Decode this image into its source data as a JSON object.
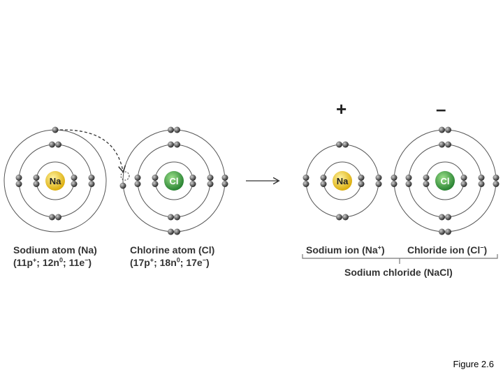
{
  "colors": {
    "sodium_nucleus": "#e9c21a",
    "chlorine_nucleus": "#2f9a3d",
    "shell": "#555555",
    "electron": "#3a3a3a",
    "bracket": "#666666"
  },
  "atoms": {
    "sodium": {
      "symbol": "Na",
      "name": "Sodium atom (Na)",
      "counts": {
        "p": "11p",
        "p_sup": "+",
        "n": "12n",
        "n_sup": "0",
        "e": "11e",
        "e_sup": "−"
      }
    },
    "chlorine": {
      "symbol": "Cl",
      "name": "Chlorine atom (Cl)",
      "counts": {
        "p": "17p",
        "p_sup": "+",
        "n": "18n",
        "n_sup": "0",
        "e": "17e",
        "e_sup": "−"
      }
    }
  },
  "ions": {
    "sodium": {
      "symbol": "Na",
      "name_prefix": "Sodium ion (Na",
      "name_sup": "+",
      "name_suffix": ")",
      "charge": "+"
    },
    "chloride": {
      "symbol": "Cl",
      "name_prefix": "Chloride ion (Cl",
      "name_sup": "−",
      "name_suffix": ")",
      "charge": "–"
    }
  },
  "compound": {
    "name": "Sodium chloride (NaCl)"
  },
  "caption": "Figure 2.6"
}
